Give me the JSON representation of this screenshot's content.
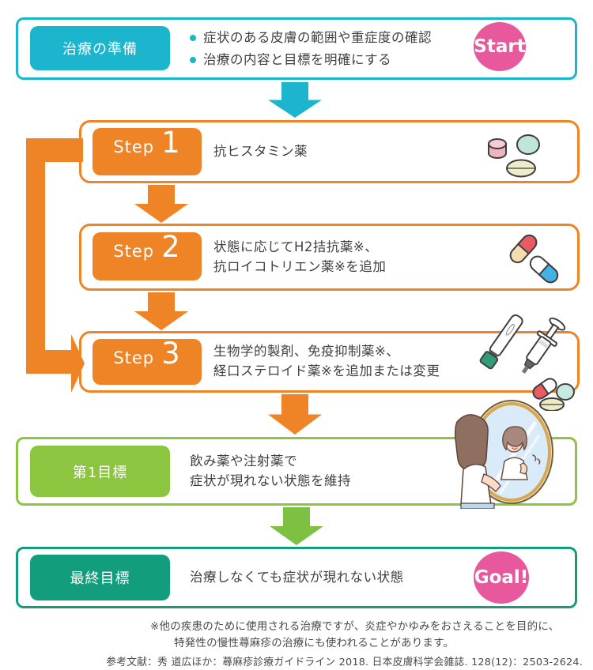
{
  "palette": {
    "cyan": "#1cb5ce",
    "orange": "#ef8427",
    "lime": "#8cc540",
    "green_arrow": "#7cc142",
    "emerald": "#129e7d",
    "pink": "#e7589c",
    "text": "#3f3f3f"
  },
  "prep": {
    "label": "治療の準備",
    "bullets": [
      "症状のある皮膚の範囲や重症度の確認",
      "治療の内容と目標を明確にする"
    ],
    "badge": "Start"
  },
  "steps": [
    {
      "prefix": "Step",
      "num": "1",
      "lines": [
        "抗ヒスタミン薬",
        ""
      ],
      "illustration": "pills"
    },
    {
      "prefix": "Step",
      "num": "2",
      "lines": [
        "状態に応じてH2拮抗薬※、",
        "抗ロイコトリエン薬※を追加"
      ],
      "illustration": "capsules"
    },
    {
      "prefix": "Step",
      "num": "3",
      "lines": [
        "生物学的製剤、免疫抑制薬※、",
        "経口ステロイド薬※を追加または変更"
      ],
      "illustration": "pen-injector-syringe-and-pills"
    }
  ],
  "goal1": {
    "label": "第1目標",
    "lines": [
      "飲み薬や注射薬で",
      "症状が現れない状態を維持"
    ],
    "illustration": "woman-looking-in-mirror"
  },
  "goal_final": {
    "label": "最終目標",
    "text": "治療しなくても症状が現れない状態",
    "badge": "Goal!"
  },
  "footnote": {
    "line1": "※他の疾患のために使用される治療ですが、炎症やかゆみをおさえることを目的に、",
    "line2": "特発性の慢性蕁麻疹の治療にも使われることがあります。"
  },
  "reference": "参考文献：秀 道広ほか：蕁麻疹診療ガイドライン 2018. 日本皮膚科学会雑誌. 128(12)：2503-2624."
}
